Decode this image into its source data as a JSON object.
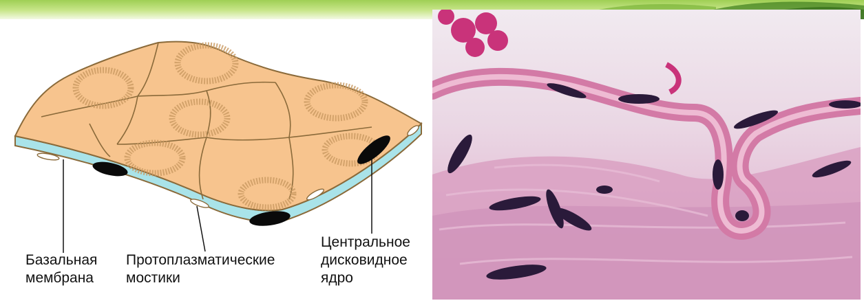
{
  "labels": {
    "basal_membrane": "Базальная\nмембрана",
    "bridges": "Протоплазматические\nмостики",
    "nucleus": "Центральное\nдисковидное\nядро"
  },
  "colors": {
    "cell_surface": "#f7c48e",
    "cell_border": "#8a6a3a",
    "basal_layer": "#a9e3e9",
    "nucleus": "#0a0a0a",
    "stain_pink": "#e8a6c4",
    "stain_purple": "#2a1a3a",
    "banner_green": "#9fcf54"
  }
}
